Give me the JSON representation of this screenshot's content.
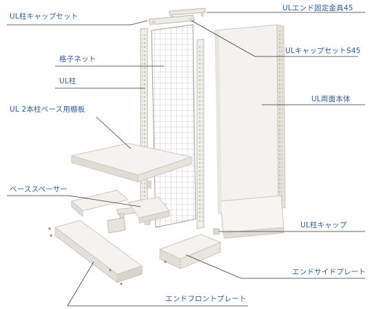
{
  "labels": {
    "ul_post_cap_set": "UL柱キャップセット",
    "ul_end_bracket_45": "ULエンド固定金具45",
    "lattice_net": "格子ネット",
    "ul_cap_set_s45": "ULキャップセットS45",
    "ul_post": "UL柱",
    "ul_double_sided_body": "UL両面本体",
    "ul_two_post_base_shelf": "UL 2本柱ベース用棚板",
    "base_spacer": "ベーススペーサー",
    "ul_post_cap": "UL柱キャップ",
    "end_side_plate": "エンドサイドプレート",
    "end_front_plate": "エンドフロントプレート"
  },
  "colors": {
    "label_text": "#2f5b95",
    "leader_line": "#333333",
    "part_fill": "#f1f0eb",
    "part_edge": "#c9c7bf",
    "part_shadow": "#dedcd4"
  }
}
